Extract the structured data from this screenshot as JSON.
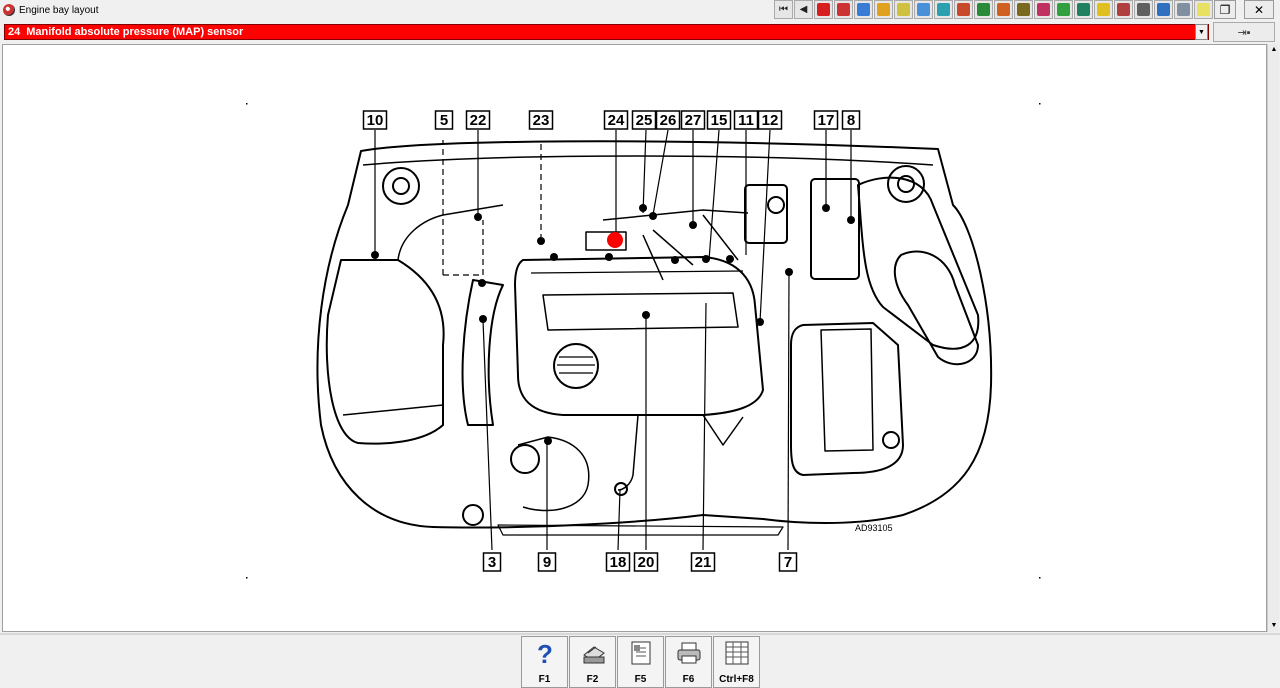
{
  "window": {
    "title": "Engine bay layout"
  },
  "toolbar": {
    "buttons": [
      {
        "name": "first-icon",
        "glyph": "⏮"
      },
      {
        "name": "back-icon",
        "glyph": "◀"
      },
      {
        "name": "warning-icon",
        "color": "#d81f1f"
      },
      {
        "name": "tool-icon-1",
        "color": "#cc3333"
      },
      {
        "name": "tool-icon-2",
        "color": "#3a7bd5"
      },
      {
        "name": "tool-icon-3",
        "color": "#e0a020"
      },
      {
        "name": "tool-icon-4",
        "color": "#d0c040"
      },
      {
        "name": "tool-icon-5",
        "color": "#4a90d9"
      },
      {
        "name": "tool-icon-6",
        "color": "#2aa0b0"
      },
      {
        "name": "tool-icon-7",
        "color": "#c84a2a"
      },
      {
        "name": "tool-icon-8",
        "color": "#2a8a3a"
      },
      {
        "name": "tool-icon-9",
        "color": "#d06020"
      },
      {
        "name": "tool-icon-10",
        "color": "#7a6a20"
      },
      {
        "name": "tool-icon-11",
        "color": "#c03060"
      },
      {
        "name": "tool-icon-12",
        "color": "#30a040"
      },
      {
        "name": "tool-icon-13",
        "color": "#208060"
      },
      {
        "name": "tool-icon-14",
        "color": "#e0c020"
      },
      {
        "name": "tool-icon-15",
        "color": "#b04040"
      },
      {
        "name": "tool-icon-16",
        "color": "#606060"
      },
      {
        "name": "tool-icon-17",
        "color": "#3070c0"
      },
      {
        "name": "tool-icon-18",
        "color": "#8090a0"
      },
      {
        "name": "tool-icon-19",
        "color": "#e8e060"
      }
    ]
  },
  "selector": {
    "number": "24",
    "label": "Manifold absolute pressure (MAP) sensor"
  },
  "diagram": {
    "code": "AD93105",
    "labels_top": [
      "10",
      "5",
      "22",
      "23",
      "24",
      "25",
      "26",
      "27",
      "15",
      "11",
      "12",
      "17",
      "8"
    ],
    "labels_bottom": [
      "3",
      "9",
      "18",
      "20",
      "21",
      "7"
    ],
    "highlight_color": "#ff0000"
  },
  "fkeys": [
    {
      "key": "F1",
      "icon": "help-icon"
    },
    {
      "key": "F2",
      "icon": "print-setup-icon"
    },
    {
      "key": "F5",
      "icon": "document-icon"
    },
    {
      "key": "F6",
      "icon": "printer-icon"
    },
    {
      "key": "Ctrl+F8",
      "icon": "table-icon"
    }
  ]
}
